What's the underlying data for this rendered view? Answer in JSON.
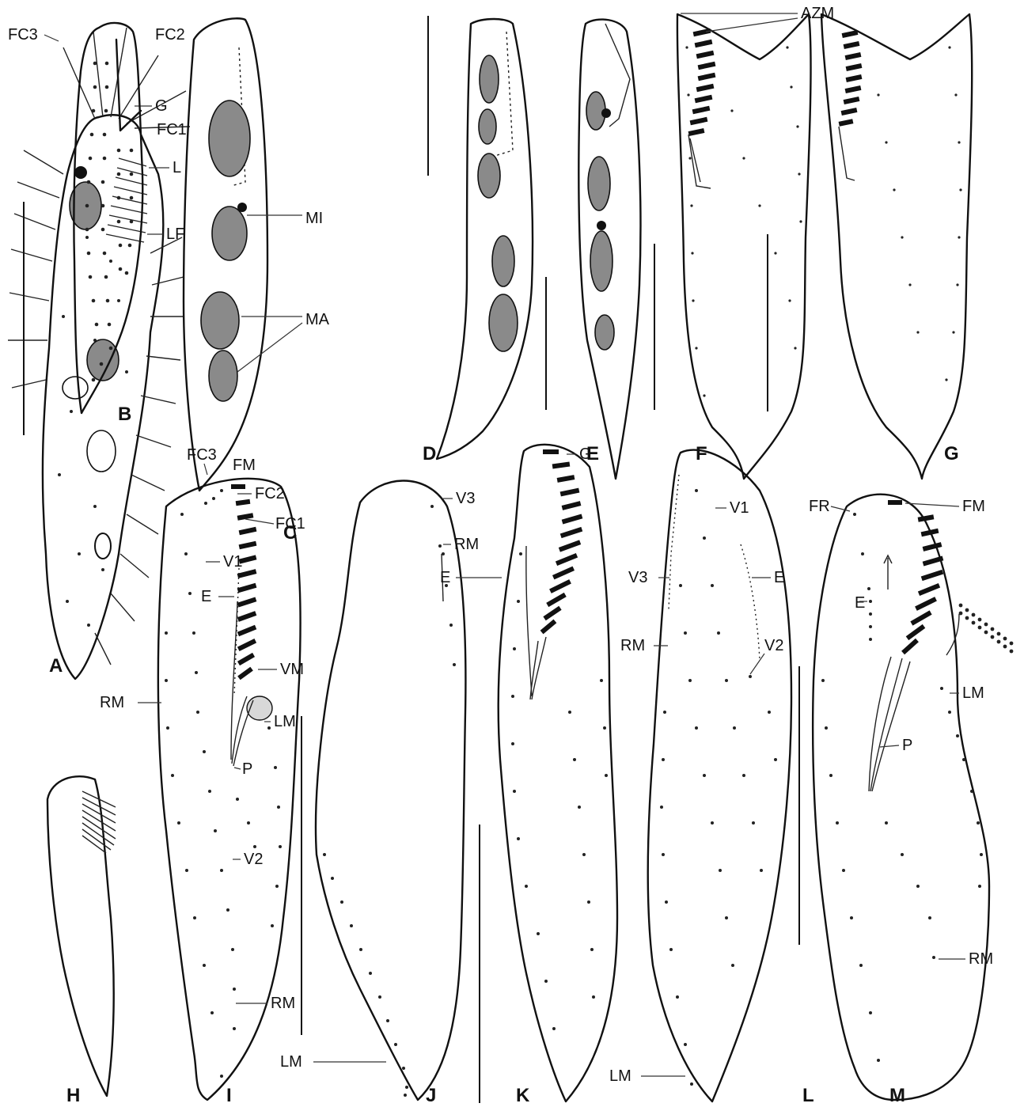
{
  "figure": {
    "panel_letters": {
      "A": "A",
      "B": "B",
      "C": "C",
      "D": "D",
      "E": "E",
      "F": "F",
      "G": "G",
      "H": "H",
      "I": "I",
      "J": "J",
      "K": "K",
      "L": "L",
      "M": "M"
    },
    "labels": {
      "fc3_a": "FC3",
      "fc2_a": "FC2",
      "g_a": "G",
      "fc1_a": "FC1",
      "l_a": "L",
      "lf_a": "LF",
      "mi_c": "MI",
      "ma_c": "MA",
      "azm_f": "AZM",
      "fc3_i": "FC3",
      "fm_i": "FM",
      "fc2_i": "FC2",
      "fc1_i": "FC1",
      "v1_i": "V1",
      "e_i": "E",
      "vm_i": "VM",
      "rm_i": "RM",
      "lm_i": "LM",
      "p_i": "P",
      "v2_i": "V2",
      "rm_i2": "RM",
      "v3_j": "V3",
      "rm_j": "RM",
      "e_j": "E",
      "lm_j": "LM",
      "g_k": "G",
      "v1_l": "V1",
      "v3_l": "V3",
      "e_l": "E",
      "rm_l": "RM",
      "v2_l": "V2",
      "lm_l": "LM",
      "fr_m": "FR",
      "fm_m": "FM",
      "e_m": "E",
      "lm_m": "LM",
      "p_m": "P",
      "rm_m": "RM"
    },
    "colors": {
      "ink": "#111111",
      "nucleus_fill": "#8a8a8a",
      "background": "#ffffff"
    }
  }
}
